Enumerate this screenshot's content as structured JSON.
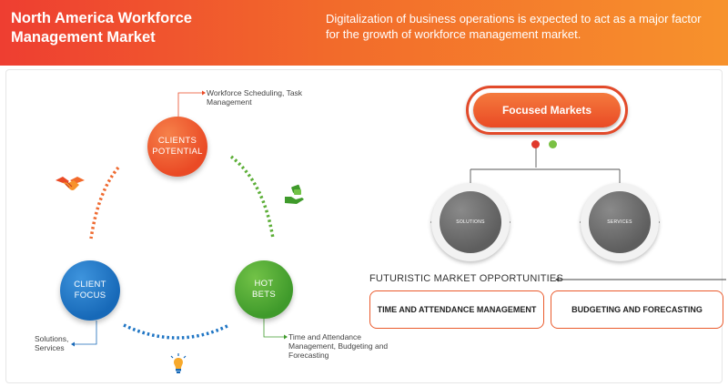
{
  "header": {
    "title": "North America Workforce Management Market",
    "subtitle": "Digitalization of business operations is expected to act as a major factor for the growth of workforce management market."
  },
  "cycle": {
    "clients_potential": {
      "label": "CLIENTS POTENTIAL",
      "note": "Workforce Scheduling, Task Management"
    },
    "client_focus": {
      "label": "CLIENT FOCUS",
      "note": "Solutions, Services"
    },
    "hot_bets": {
      "label": "HOT BETS",
      "note": "Time and Attendance Management, Budgeting and Forecasting"
    },
    "icons": [
      "handshake-icon",
      "money-hand-icon",
      "lightbulb-icon"
    ]
  },
  "markets": {
    "title": "Focused Markets",
    "segments": [
      "SOLUTIONS",
      "SERVICES"
    ],
    "dot_colors": [
      "#e0392b",
      "#7ac143"
    ]
  },
  "opportunities": {
    "title": "FUTURISTIC MARKET OPPORTUNITIES",
    "items": [
      "TIME AND ATTENDANCE MANAGEMENT",
      "BUDGETING AND FORECASTING"
    ]
  },
  "colors": {
    "accent_orange": "#ea4a25",
    "accent_blue": "#1769b8",
    "accent_green": "#3f9a2b"
  }
}
